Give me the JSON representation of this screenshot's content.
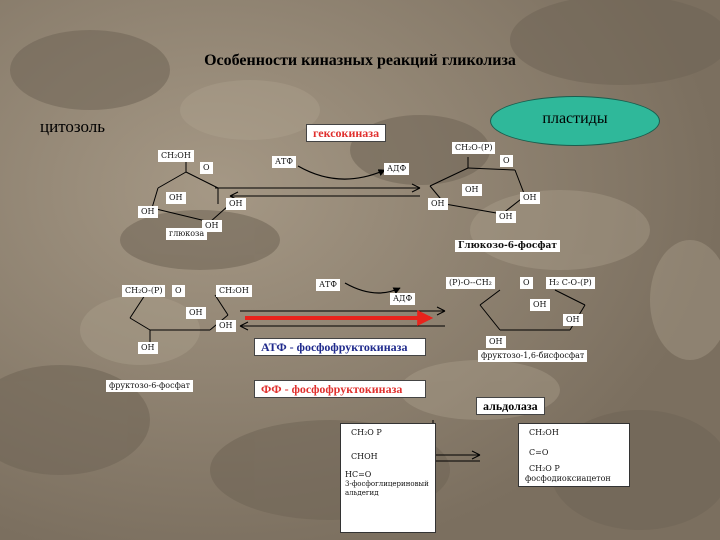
{
  "title": "Особенности  киназных  реакций гликолиза",
  "cytosol_label": "цитозоль",
  "plastid_label": "пластиды",
  "enzymes": {
    "hexokinase": "гексокиназа",
    "atp_pfk": "АТФ - фосфофруктокиназа",
    "ff_pfk": "ФФ - фосфофруктокиназа",
    "aldolase": "альдолаза"
  },
  "reaction1": {
    "in": "АТФ",
    "out": "АДФ",
    "glucose": {
      "ch2oh": "CH₂OH",
      "o": "O",
      "oh_top": "OH",
      "oh_left": "OH",
      "oh_right": "OH",
      "oh_bottom": "OH",
      "name": "глюкоза"
    },
    "g6p": {
      "ch2o": "CH₂O-(P)",
      "o": "O",
      "oh1": "OH",
      "oh2": "OH",
      "oh3": "OH",
      "oh4": "OH",
      "name": "Глюкозо-6-фосфат"
    }
  },
  "reaction2": {
    "in": "АТФ",
    "out": "АДФ",
    "f6p": {
      "ch2o": "CH₂O-(P)",
      "o": "O",
      "ch2oh": "CH₂OH",
      "oh1": "OH",
      "oh2": "OH",
      "oh3": "OH",
      "name": "фруктозо-6-фосфат"
    },
    "f16bp": {
      "left": "(P)-O--CH₂",
      "o": "O",
      "right": "H₂ C-O-(P)",
      "oh1": "OH",
      "oh2": "OH",
      "oh3": "OH",
      "name": "фруктозо-1,6-бисфосфат"
    }
  },
  "products": {
    "gap": {
      "line1": "CH₂O P",
      "line2": "CHOH",
      "line3": "HC=O",
      "name": "3-фосфоглицериновый альдегид"
    },
    "dhap": {
      "line1": "CH₂OH",
      "line2": "C=O",
      "line3": "CH₂O P",
      "name": "фосфодиоксиацетон"
    }
  },
  "colors": {
    "plastid_fill": "#2fb89a",
    "hexokinase_text": "#e0302e",
    "atp_pfk_text": "#1f2a8c",
    "ff_pfk_text": "#e0302e",
    "red_arrow": "#e8231c"
  }
}
